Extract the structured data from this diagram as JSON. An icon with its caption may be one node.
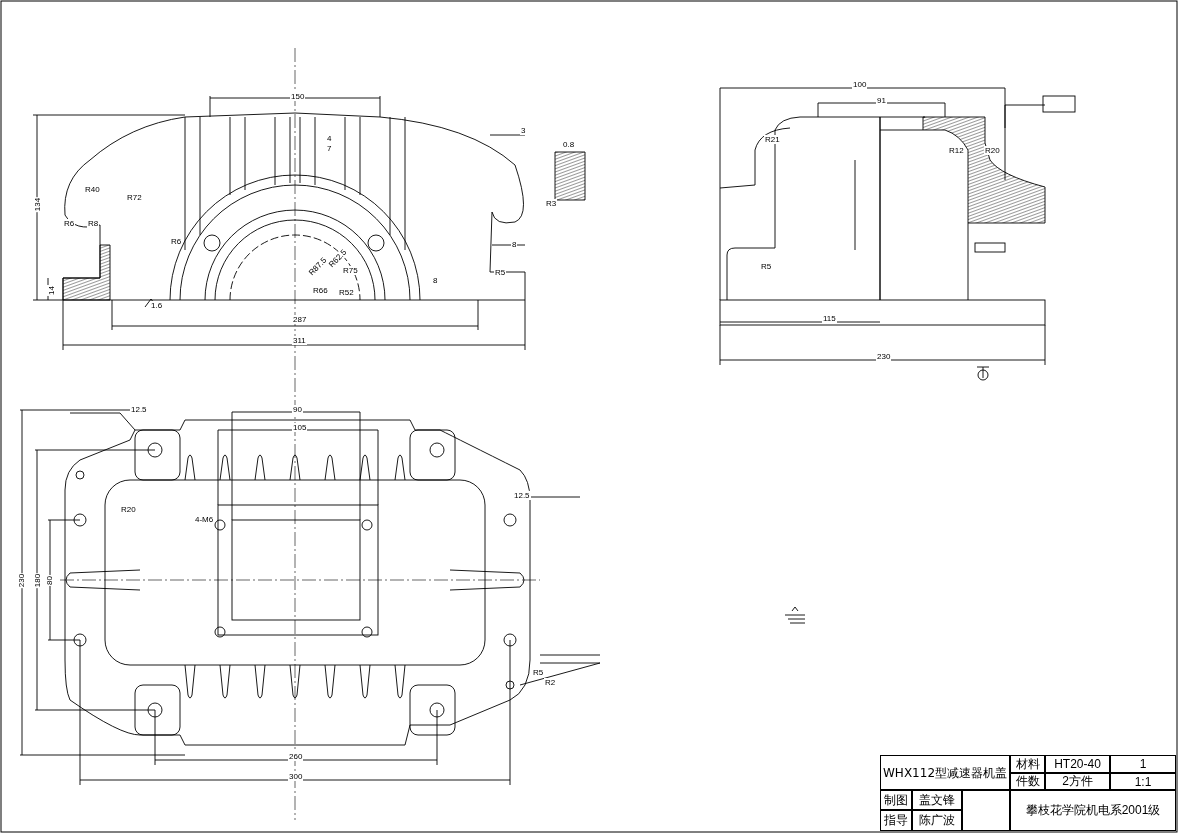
{
  "diagram": {
    "title": "WHX112型减速器机盖",
    "labels": [
      "150",
      "134",
      "R40",
      "R72",
      "R6",
      "R8",
      "R6",
      "4",
      "7",
      "14",
      "1.6",
      "287",
      "311",
      "R87.5",
      "R62.5",
      "R75",
      "R66",
      "R52",
      "8",
      "R5",
      "3",
      "8",
      "0.8",
      "R3",
      "100",
      "91",
      "R21",
      "R12",
      "R20",
      "R5",
      "115",
      "230",
      "90",
      "105",
      "4-M6",
      "R20",
      "12.5",
      "12.5",
      "230",
      "180",
      "80",
      "260",
      "300",
      "R5",
      "R2",
      "材料",
      "HT20-40",
      "1",
      "件数",
      "2方件",
      "1:1",
      "制图",
      "盖文锋",
      "指导",
      "陈广波",
      "攀枝花学院机电系2001级"
    ]
  }
}
